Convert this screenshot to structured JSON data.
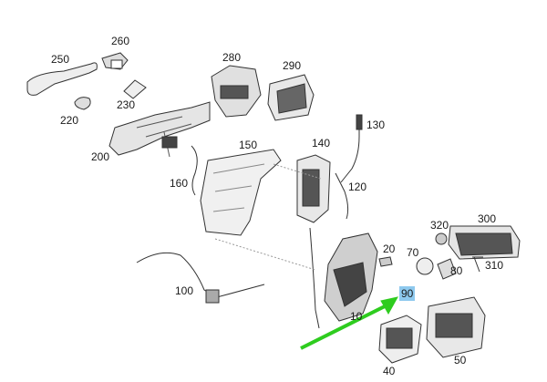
{
  "diagram": {
    "part_labels": [
      "250",
      "260",
      "220",
      "230",
      "280",
      "290",
      "200",
      "150",
      "140",
      "130",
      "160",
      "120",
      "320",
      "300",
      "20",
      "70",
      "80",
      "310",
      "100",
      "90",
      "10",
      "40",
      "50"
    ],
    "highlighted_label": "90",
    "colors": {
      "highlight": "#8ec9ee",
      "arrow": "#2ecc1f",
      "line": "#333333",
      "part_fill": "#e8e8e8",
      "part_dark": "#3a3a3a"
    },
    "arrow": {
      "color": "green",
      "points_to": "90"
    }
  }
}
